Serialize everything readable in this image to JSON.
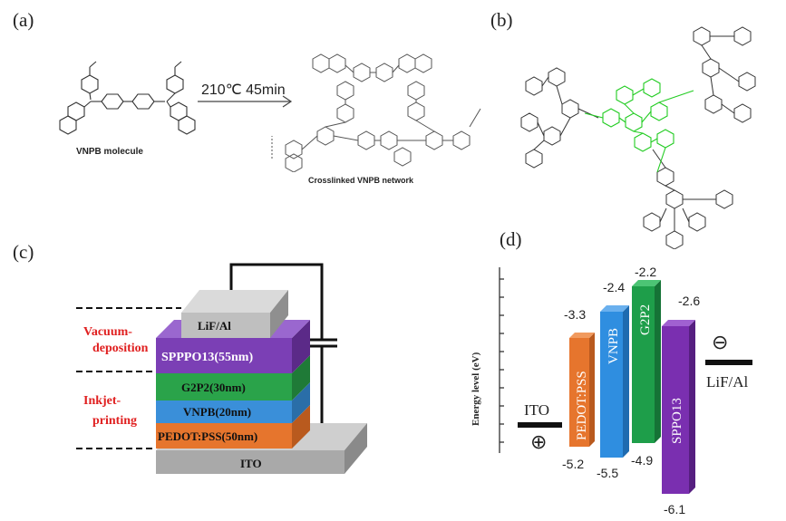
{
  "panels": {
    "a": "(a)",
    "b": "(b)",
    "c": "(c)",
    "d": "(d)"
  },
  "panel_a": {
    "condition": "210℃  45min",
    "molecule_label": "VNPB molecule",
    "network_label": "Crosslinked VNPB network"
  },
  "panel_c": {
    "layers": [
      {
        "label": "LiF/Al",
        "color": "#bfbfbf"
      },
      {
        "label": "SPPPO13(55nm)",
        "color": "#7b3fb5"
      },
      {
        "label": "G2P2(30nm)",
        "color": "#2aa34a"
      },
      {
        "label": "VNPB(20nm)",
        "color": "#3a8fd9"
      },
      {
        "label": "PEDOT:PSS(50nm)",
        "color": "#e6752d"
      },
      {
        "label": "ITO",
        "color": "#a9a9a9"
      }
    ],
    "process_labels": [
      "Vacuum-\ndeposition",
      "Inkjet-\nprinting"
    ],
    "process_color": "#e02020"
  },
  "panel_d": {
    "ylabel": "Energy level (eV)",
    "electrodes": {
      "left": "ITO",
      "right": "LiF/Al",
      "left_sign": "⊕",
      "right_sign": "⊖"
    },
    "bars": [
      {
        "name": "PEDOT:PSS",
        "top": "",
        "bottom": "-5.2",
        "color": "#e6752d"
      },
      {
        "name": "VNPB",
        "top": "-2.4",
        "bottom": "-5.5",
        "color": "#2f8ee0"
      },
      {
        "name": "G2P2",
        "top": "-2.2",
        "bottom": "-4.9",
        "color": "#1e9e4a"
      },
      {
        "name": "SPPO13",
        "top": "-2.6",
        "bottom": "-6.1",
        "color": "#7a2fb0"
      }
    ],
    "extra_label": "-3.3"
  }
}
